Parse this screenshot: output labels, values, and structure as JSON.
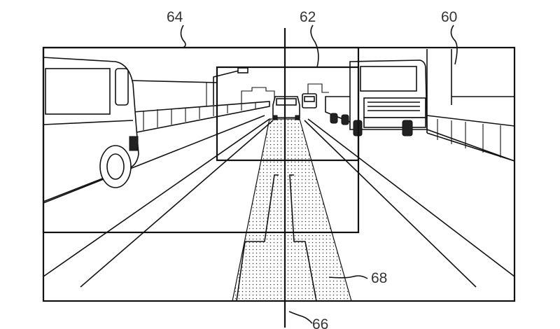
{
  "figure": {
    "labels": {
      "wide_frame": "60",
      "narrow_frame": "62",
      "side_frame": "64",
      "center_line": "66",
      "beam_region": "68"
    }
  }
}
